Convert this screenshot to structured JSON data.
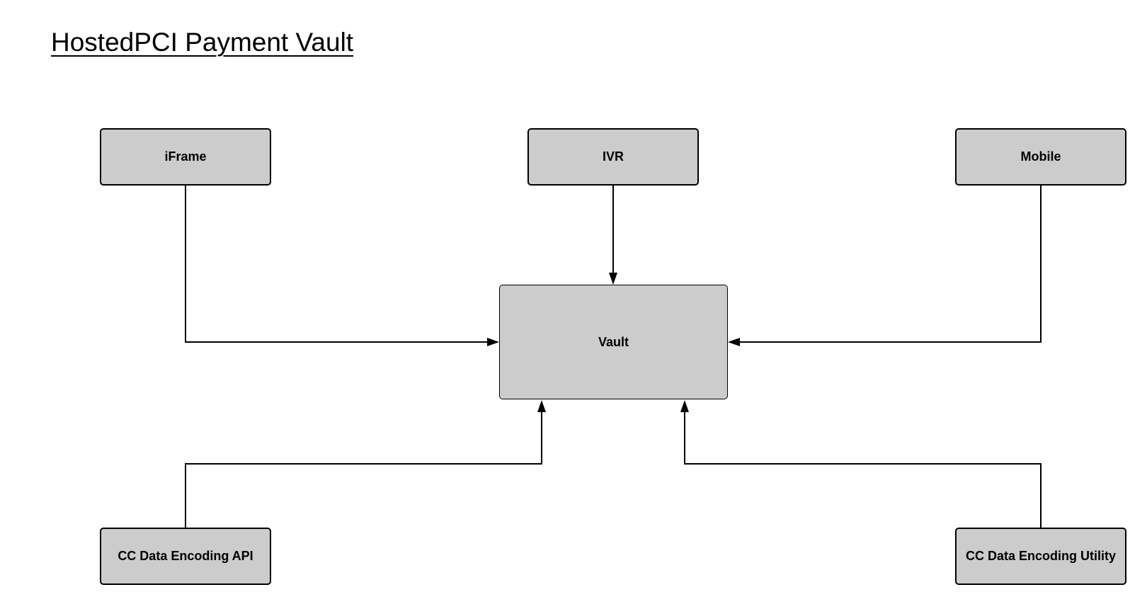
{
  "diagram": {
    "title": "HostedPCI Payment Vault",
    "nodes": [
      {
        "id": "iframe",
        "label": "iFrame"
      },
      {
        "id": "ivr",
        "label": "IVR"
      },
      {
        "id": "mobile",
        "label": "Mobile"
      },
      {
        "id": "vault",
        "label": "Vault"
      },
      {
        "id": "api",
        "label": "CC Data Encoding API"
      },
      {
        "id": "utility",
        "label": "CC Data Encoding Utility"
      }
    ],
    "edges": [
      {
        "from": "iframe",
        "to": "vault"
      },
      {
        "from": "ivr",
        "to": "vault"
      },
      {
        "from": "mobile",
        "to": "vault"
      },
      {
        "from": "api",
        "to": "vault"
      },
      {
        "from": "utility",
        "to": "vault"
      }
    ],
    "colors": {
      "node_fill": "#cccccc",
      "stroke": "#000000",
      "background": "#ffffff"
    }
  }
}
